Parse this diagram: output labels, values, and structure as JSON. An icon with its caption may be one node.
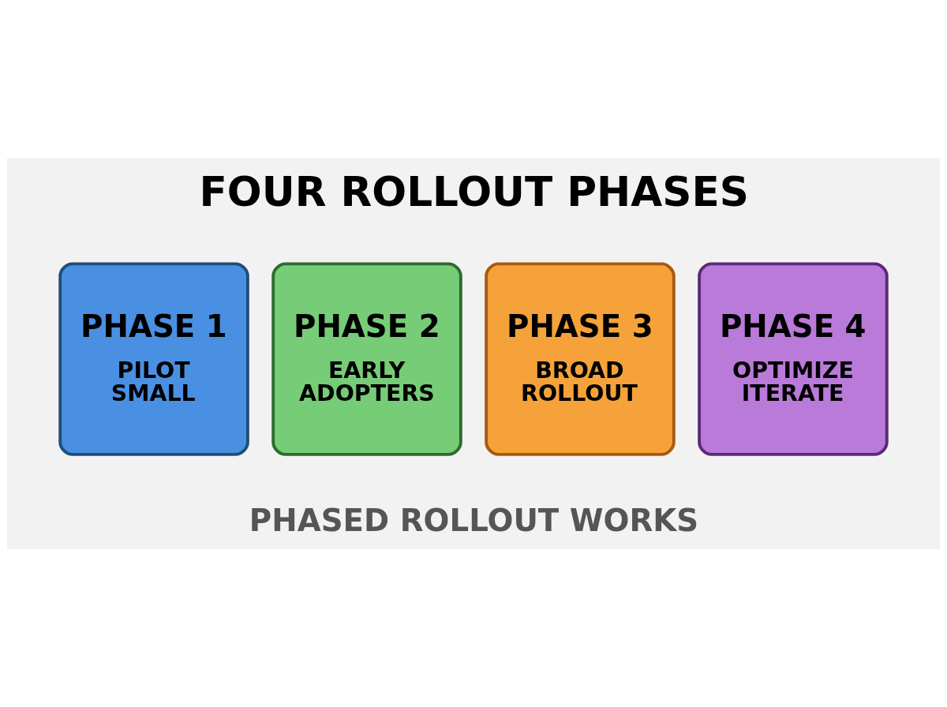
{
  "diagram": {
    "title": "FOUR ROLLOUT PHASES",
    "caption": "PHASED ROLLOUT WORKS",
    "nodes": [
      {
        "text": [
          "PHASE 1",
          "PILOT SMALL"
        ]
      },
      {
        "text": [
          "PHASE 2",
          "EARLY ADOPTERS"
        ]
      },
      {
        "text": [
          "PHASE 3",
          "BROAD ROLLOUT"
        ]
      },
      {
        "text": [
          "PHASE 4",
          "OPTIMIZE ITERATE"
        ]
      }
    ]
  }
}
